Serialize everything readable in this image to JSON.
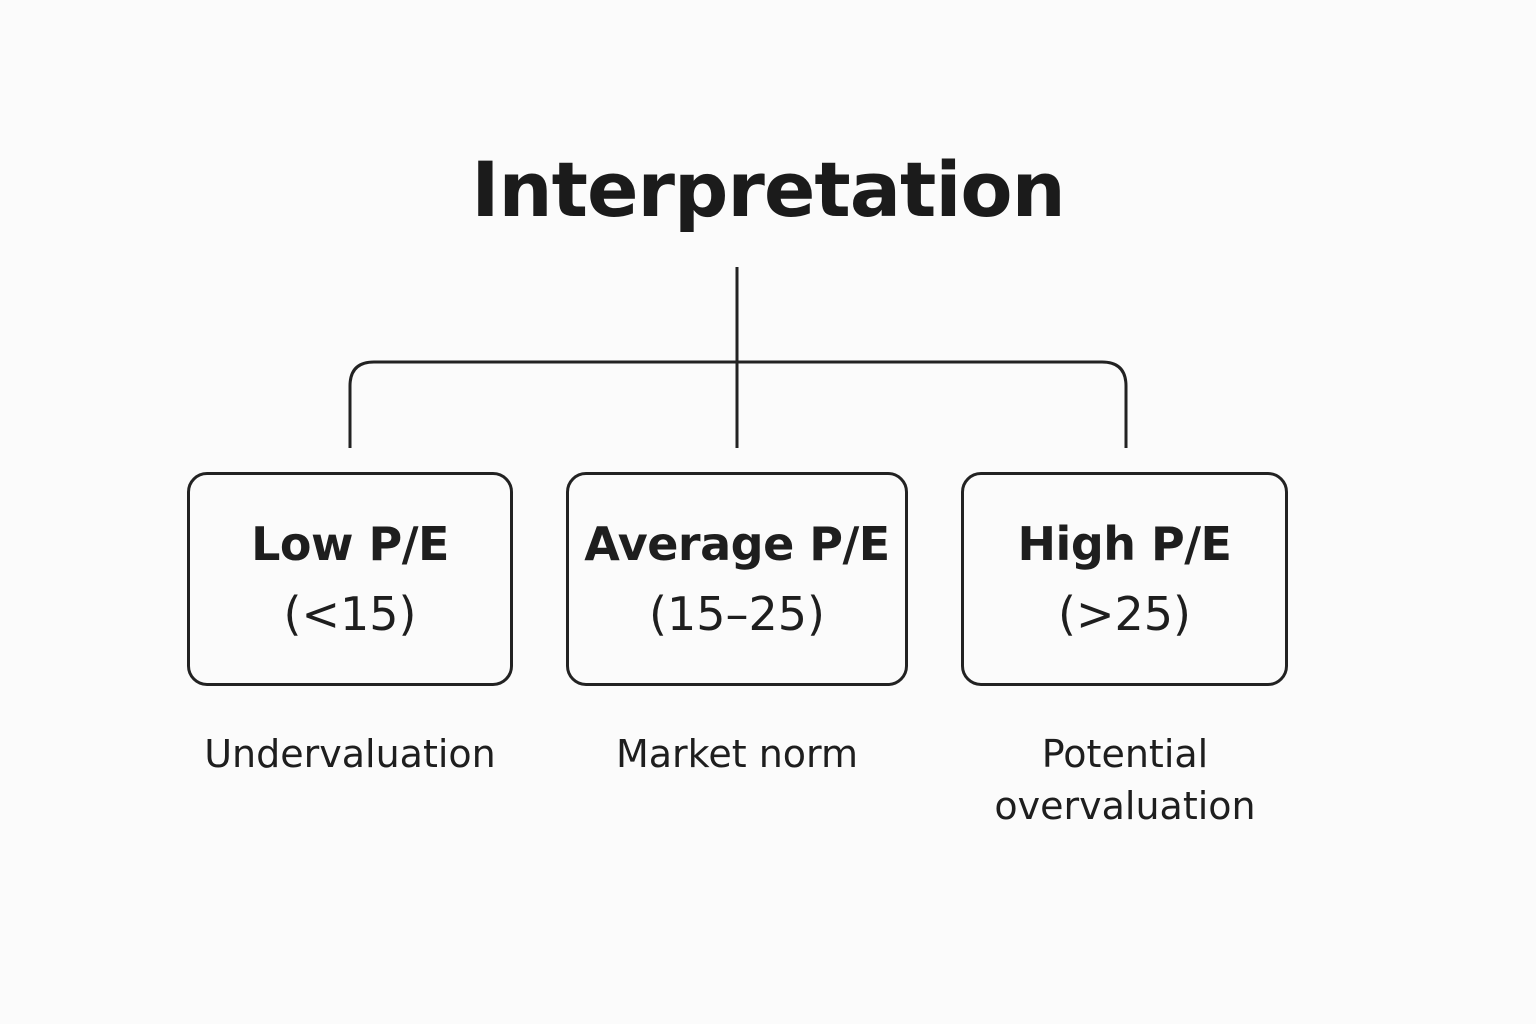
{
  "title": "Interpretation",
  "categories": [
    {
      "label": "Low P/E",
      "range": "(<15)",
      "caption": "Undervaluation"
    },
    {
      "label": "Average P/E",
      "range": "(15–25)",
      "caption": "Market norm"
    },
    {
      "label": "High P/E",
      "range": "(>25)",
      "caption": "Potential overvaluation"
    }
  ],
  "colors": {
    "line": "#222222",
    "text": "#1e1e1e",
    "background": "#fbfbfb"
  }
}
